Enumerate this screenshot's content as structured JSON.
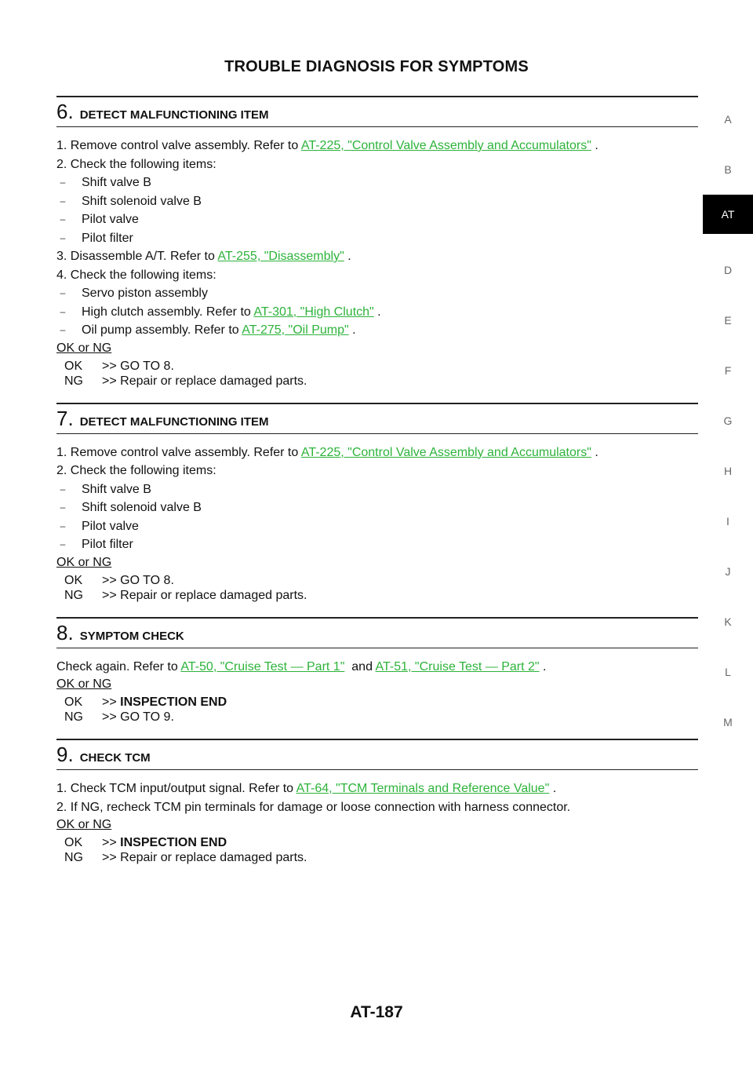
{
  "header": {
    "title": "TROUBLE DIAGNOSIS FOR SYMPTOMS"
  },
  "footer": {
    "page_number": "AT-187"
  },
  "side_tabs": [
    "A",
    "B",
    "AT",
    "D",
    "E",
    "F",
    "G",
    "H",
    "I",
    "J",
    "K",
    "L",
    "M"
  ],
  "active_tab": "AT",
  "step6": {
    "num": "6.",
    "title": "DETECT MALFUNCTIONING ITEM",
    "l1_pre": "1. Remove control valve assembly. Refer to ",
    "l1_link": "AT-225, \"Control Valve Assembly and Accumulators\"",
    "l1_post": " .",
    "l2": "2. Check the following items:",
    "s1": "Shift valve B",
    "s2": "Shift solenoid valve B",
    "s3": "Pilot valve",
    "s4": "Pilot filter",
    "l3_pre": "3. Disassemble A/T. Refer to ",
    "l3_link": "AT-255, \"Disassembly\"",
    "l3_post": " .",
    "l4": "4. Check the following items:",
    "s5": "Servo piston assembly",
    "s6_pre": "High clutch assembly. Refer to ",
    "s6_link": "AT-301, \"High Clutch\"",
    "s6_post": " .",
    "s7_pre": "Oil pump assembly. Refer to ",
    "s7_link": "AT-275, \"Oil Pump\"",
    "s7_post": " .",
    "okng": "OK or NG",
    "ok_code": "OK",
    "ok_text": ">> GO TO 8.",
    "ng_code": "NG",
    "ng_text": ">> Repair or replace damaged parts."
  },
  "step7": {
    "num": "7.",
    "title": "DETECT MALFUNCTIONING ITEM",
    "l1_pre": "1. Remove control valve assembly. Refer to ",
    "l1_link": "AT-225, \"Control Valve Assembly and Accumulators\"",
    "l1_post": " .",
    "l2": "2. Check the following items:",
    "s1": "Shift valve B",
    "s2": "Shift solenoid valve B",
    "s3": "Pilot valve",
    "s4": "Pilot filter",
    "okng": "OK or NG",
    "ok_code": "OK",
    "ok_text": ">> GO TO 8.",
    "ng_code": "NG",
    "ng_text": ">> Repair or replace damaged parts."
  },
  "step8": {
    "num": "8.",
    "title": "SYMPTOM CHECK",
    "l1_pre": "Check again. Refer to ",
    "l1_link1": "AT-50, \"Cruise Test — Part 1\"",
    "l1_mid": "  and ",
    "l1_link2": "AT-51, \"Cruise Test — Part 2\"",
    "l1_post": " .",
    "okng": "OK or NG",
    "ok_code": "OK",
    "ok_prefix": ">> ",
    "ok_text": "INSPECTION END",
    "ng_code": "NG",
    "ng_text": ">> GO TO 9."
  },
  "step9": {
    "num": "9.",
    "title": "CHECK TCM",
    "l1_pre": "1. Check TCM input/output signal. Refer to ",
    "l1_link": "AT-64, \"TCM Terminals and Reference Value\"",
    "l1_post": " .",
    "l2": "2. If NG, recheck TCM pin terminals for damage or loose connection with harness connector.",
    "okng": "OK or NG",
    "ok_code": "OK",
    "ok_prefix": ">> ",
    "ok_text": "INSPECTION END",
    "ng_code": "NG",
    "ng_text": ">> Repair or replace damaged parts."
  },
  "colors": {
    "link": "#2db33b",
    "tab_active_bg": "#000000"
  }
}
